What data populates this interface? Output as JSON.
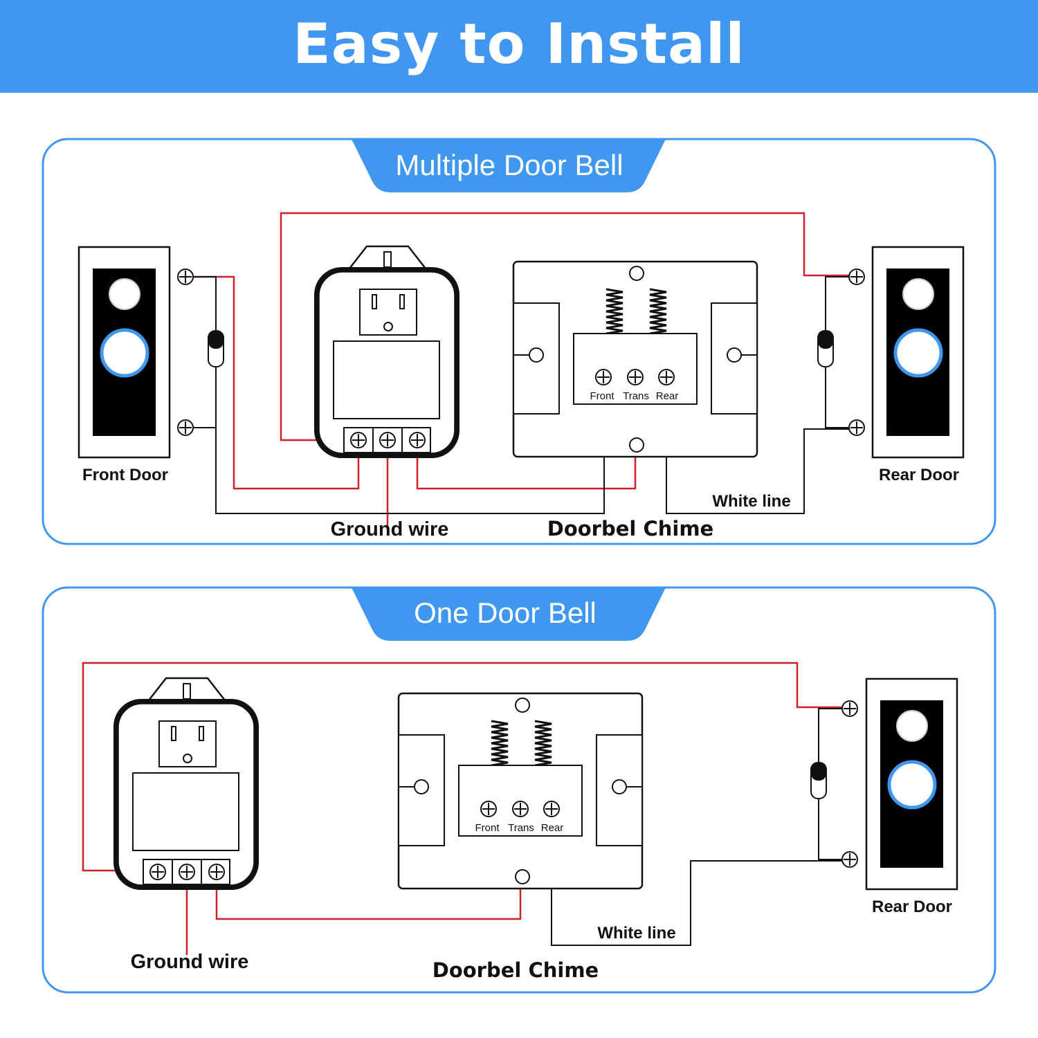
{
  "header": {
    "title": "Easy to Install"
  },
  "multiple": {
    "title": "Multiple Door Bell",
    "front_door": "Front Door",
    "rear_door": "Rear Door",
    "ground_wire": "Ground wire",
    "white_line": "White line",
    "chime_label": "Doorbel Chime",
    "terminals": {
      "front": "Front",
      "trans": "Trans",
      "rear": "Rear"
    }
  },
  "single": {
    "title": "One Door Bell",
    "rear_door": "Rear Door",
    "ground_wire": "Ground wire",
    "white_line": "White line",
    "chime_label": "Doorbel Chime",
    "terminals": {
      "front": "Front",
      "trans": "Trans",
      "rear": "Rear"
    }
  },
  "colors": {
    "brand_blue": "#3f97ef",
    "wire_red": "#d0202a",
    "wire_black": "#111111",
    "panel_border": "#3f97ef"
  }
}
